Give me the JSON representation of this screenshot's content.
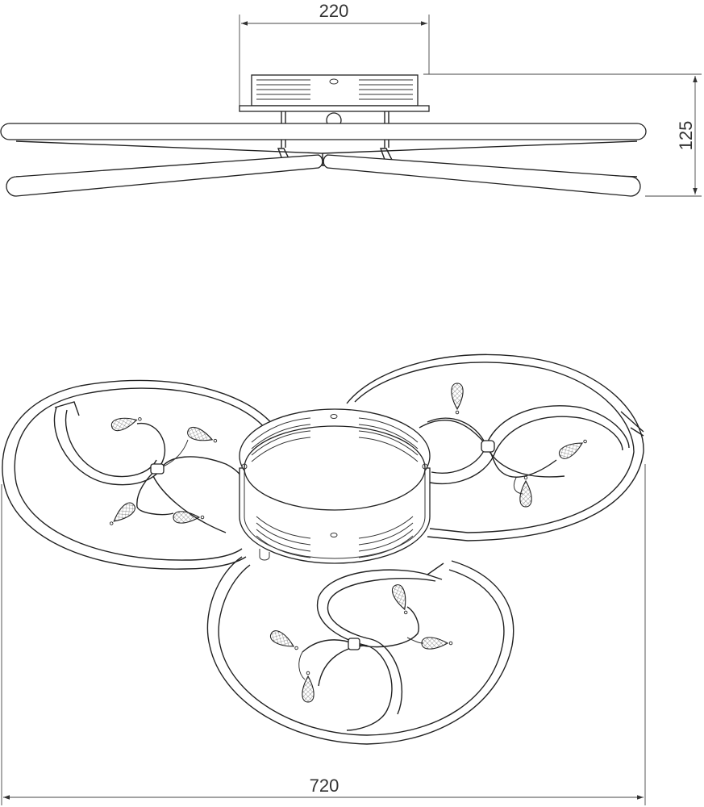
{
  "drawing": {
    "dimensions": {
      "base_width": "220",
      "height": "125",
      "total_width": "720"
    },
    "views": [
      "side-view",
      "top-view"
    ]
  }
}
